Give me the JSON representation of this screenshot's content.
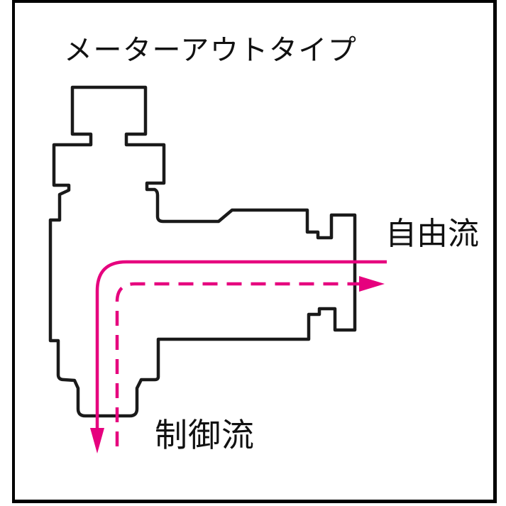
{
  "figure": {
    "title": "メーターアウトタイプ",
    "free_flow_label": "自由流",
    "controlled_flow_label": "制御流",
    "arrows": {
      "free_flow": {
        "style": "dashed",
        "direction": "right"
      },
      "controlled_flow": {
        "style": "solid",
        "direction": "down"
      }
    },
    "colors": {
      "flow": "#E6007E",
      "outline": "#1A1A1A",
      "frame": "#000000",
      "background": "#FFFFFF"
    }
  }
}
